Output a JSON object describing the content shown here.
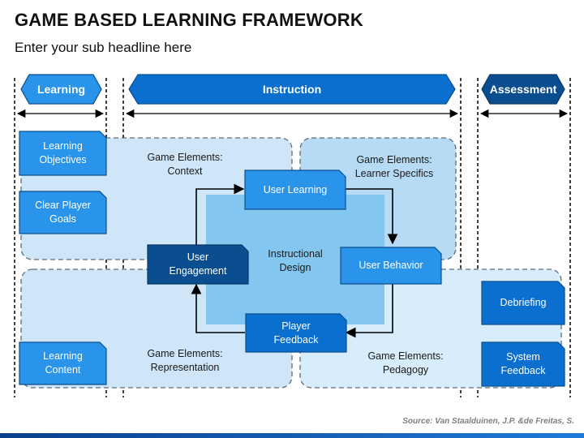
{
  "header": {
    "title": "GAME BASED LEARNING FRAMEWORK",
    "subtitle": "Enter your sub headline here"
  },
  "columns": {
    "learning": "Learning",
    "instruction": "Instruction",
    "assessment": "Assessment"
  },
  "learning_items": {
    "objectives": [
      "Learning",
      "Objectives"
    ],
    "clear_goals": [
      "Clear Player",
      "Goals"
    ],
    "content": [
      "Learning",
      "Content"
    ]
  },
  "assessment_items": {
    "debriefing": "Debriefing",
    "system_feedback": [
      "System",
      "Feedback"
    ]
  },
  "regions": {
    "context": [
      "Game Elements:",
      "Context"
    ],
    "learner_specifics": [
      "Game Elements:",
      "Learner Specifics"
    ],
    "representation": [
      "Game Elements:",
      "Representation"
    ],
    "pedagogy": [
      "Game Elements:",
      "Pedagogy"
    ],
    "instructional_design": [
      "Instructional",
      "Design"
    ]
  },
  "cycle": {
    "user_learning": "User Learning",
    "user_behavior": "User Behavior",
    "player_feedback": [
      "Player",
      "Feedback"
    ],
    "user_engagement": [
      "User",
      "Engagement"
    ]
  },
  "source": "Source: Van Staalduinen, J.P. &de Freitas, S.",
  "colors": {
    "dark_navy": "#0b4e8f",
    "medium_blue": "#0a6fce",
    "light_blue": "#2a93ea",
    "pale_blue": "#cfe6f8",
    "center_blue": "#83c6f0"
  }
}
